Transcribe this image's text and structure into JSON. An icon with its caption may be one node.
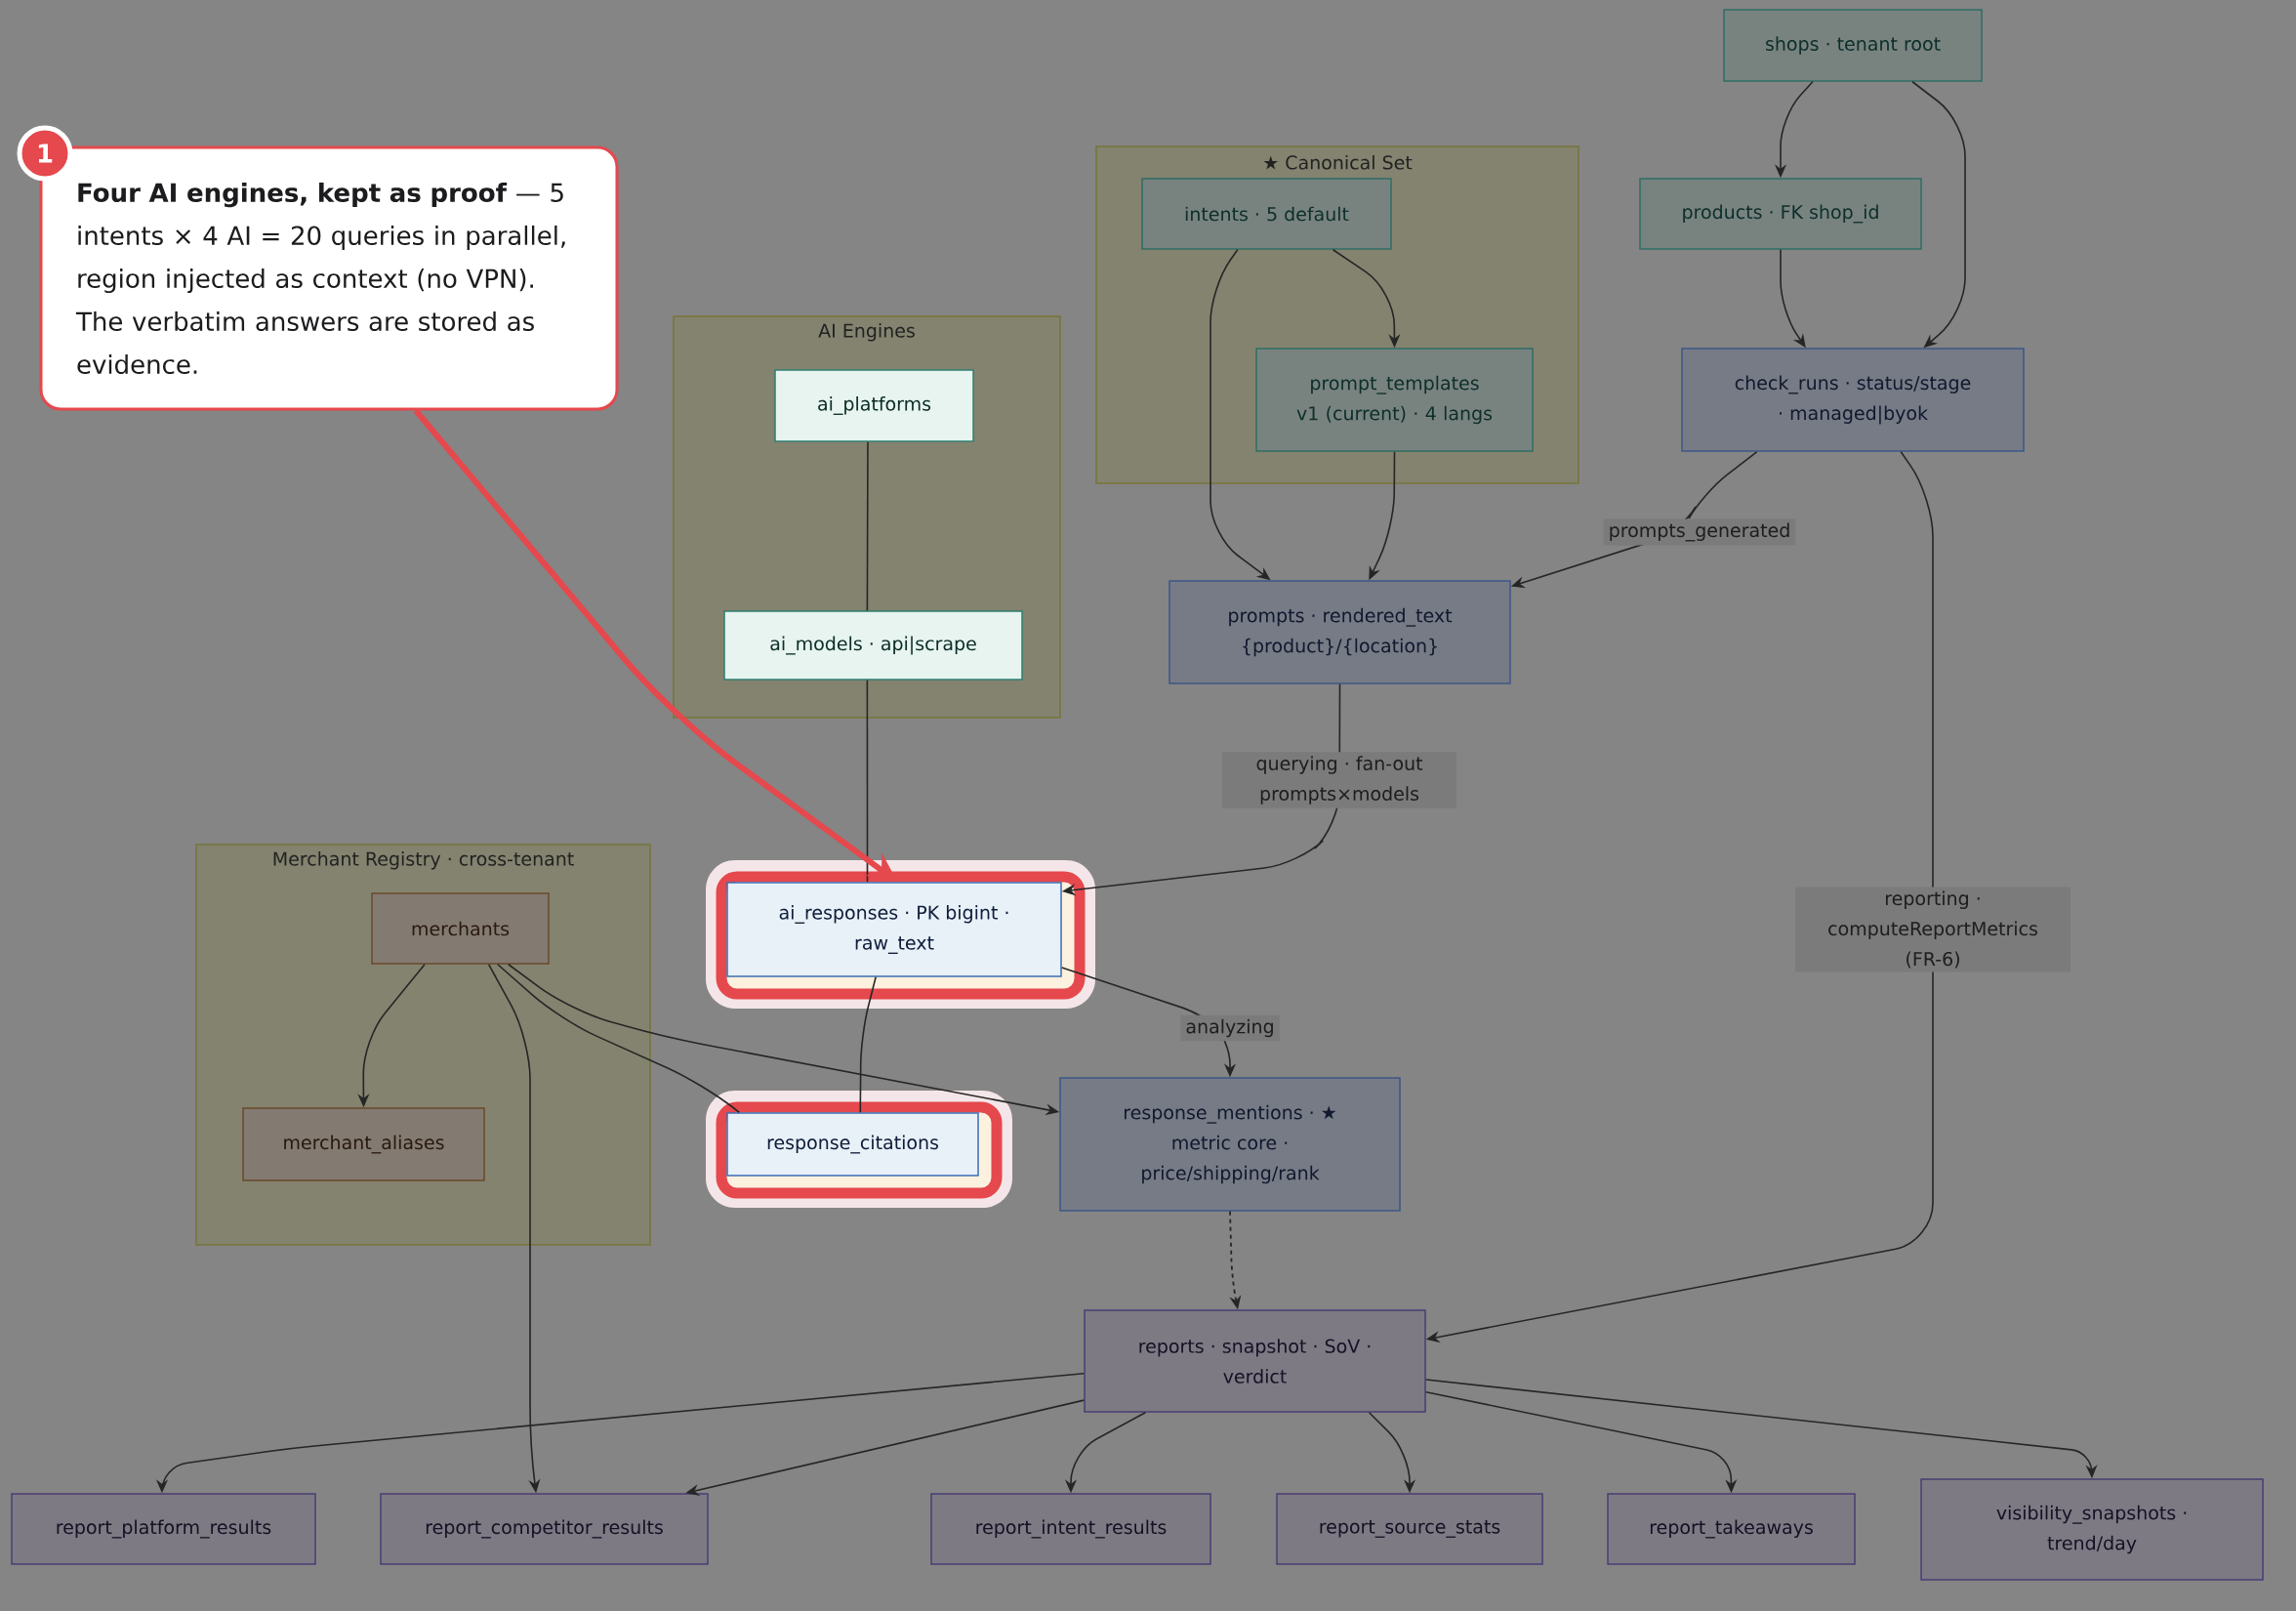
{
  "diagram": {
    "nodes": [
      {
        "text": [
          "shops · tenant root"
        ]
      },
      {
        "text": [
          "**Four AI engines, kept as proof** — 5 intents × 4 AI = 20 queries in parallel, region injected as context (no VPN). The verbatim answers are stored as evidence."
        ]
      },
      {
        "text": [
          "★ Canonical Set"
        ]
      },
      {
        "text": [
          "intents · 5 default"
        ],
        "in": 2
      },
      {
        "text": [
          "products · FK shop_id"
        ]
      },
      {
        "text": [
          "AI Engines"
        ]
      },
      {
        "text": [
          "ai_platforms"
        ],
        "in": 5
      },
      {
        "text": [
          "prompt_templates v1 (current) · 4 langs"
        ],
        "in": 2
      },
      {
        "text": [
          "check_runs · status/stage · managed|byok"
        ]
      },
      {
        "text": [
          "prompts · rendered_text {product}/{location}"
        ]
      },
      {
        "text": [
          "ai_models · api|scrape"
        ],
        "in": 5
      },
      {
        "text": [
          "Merchant Registry · cross-tenant"
        ]
      },
      {
        "text": [
          "merchants"
        ],
        "in": 11
      },
      {
        "text": [
          "ai_responses · PK bigint · raw_text"
        ]
      },
      {
        "text": [
          "merchant_aliases"
        ],
        "in": 11
      },
      {
        "text": [
          "response_citations"
        ]
      },
      {
        "text": [
          "response_mentions · ★ metric core · price/shipping/rank"
        ]
      },
      {
        "text": [
          "reports · snapshot · SoV · verdict"
        ]
      },
      {
        "text": [
          "report_platform_results"
        ]
      },
      {
        "text": [
          "report_competitor_results"
        ]
      },
      {
        "text": [
          "report_intent_results"
        ]
      },
      {
        "text": [
          "report_source_stats"
        ]
      },
      {
        "text": [
          "report_takeaways"
        ]
      },
      {
        "text": [
          "visibility_snapshots · trend/day"
        ]
      }
    ],
    "edges": [
      {
        "from": 0,
        "to": 4,
        "arrow": "to"
      },
      {
        "from": 0,
        "to": 8,
        "arrow": "to"
      },
      {
        "from": 4,
        "to": 8,
        "arrow": "to"
      },
      {
        "from": 3,
        "to": 7,
        "arrow": "to"
      },
      {
        "from": 3,
        "to": 9,
        "arrow": "to"
      },
      {
        "from": 7,
        "to": 9,
        "arrow": "to"
      },
      {
        "from": 8,
        "to": 9,
        "arrow": "to",
        "label": "prompts_generated"
      },
      {
        "from": 6,
        "to": 10,
        "arrow": "none"
      },
      {
        "from": 10,
        "to": 13,
        "arrow": "none"
      },
      {
        "from": 9,
        "to": 13,
        "arrow": "to",
        "label": "querying · fan-out prompts×models"
      },
      {
        "from": 13,
        "to": 15,
        "arrow": "none"
      },
      {
        "from": 13,
        "to": 16,
        "arrow": "to",
        "label": "analyzing"
      },
      {
        "from": 12,
        "to": 14,
        "arrow": "to"
      },
      {
        "from": 12,
        "to": 19,
        "arrow": "to"
      },
      {
        "from": 12,
        "to": 15,
        "arrow": "none"
      },
      {
        "from": 12,
        "to": 16,
        "arrow": "to"
      },
      {
        "from": 16,
        "to": 17,
        "arrow": "to",
        "style": "dashed"
      },
      {
        "from": 8,
        "to": 17,
        "arrow": "to",
        "label": "reporting · computeReportMetrics (FR-6)"
      },
      {
        "from": 17,
        "to": 18,
        "arrow": "to"
      },
      {
        "from": 17,
        "to": 19,
        "arrow": "to"
      },
      {
        "from": 17,
        "to": 20,
        "arrow": "to"
      },
      {
        "from": 17,
        "to": 21,
        "arrow": "to"
      },
      {
        "from": 17,
        "to": 22,
        "arrow": "to"
      },
      {
        "from": 17,
        "to": 23,
        "arrow": "to"
      },
      {
        "from": 1,
        "to": 13,
        "arrow": "to",
        "style": "thick",
        "color": "#e5484d"
      }
    ],
    "labels": [
      "1"
    ]
  }
}
